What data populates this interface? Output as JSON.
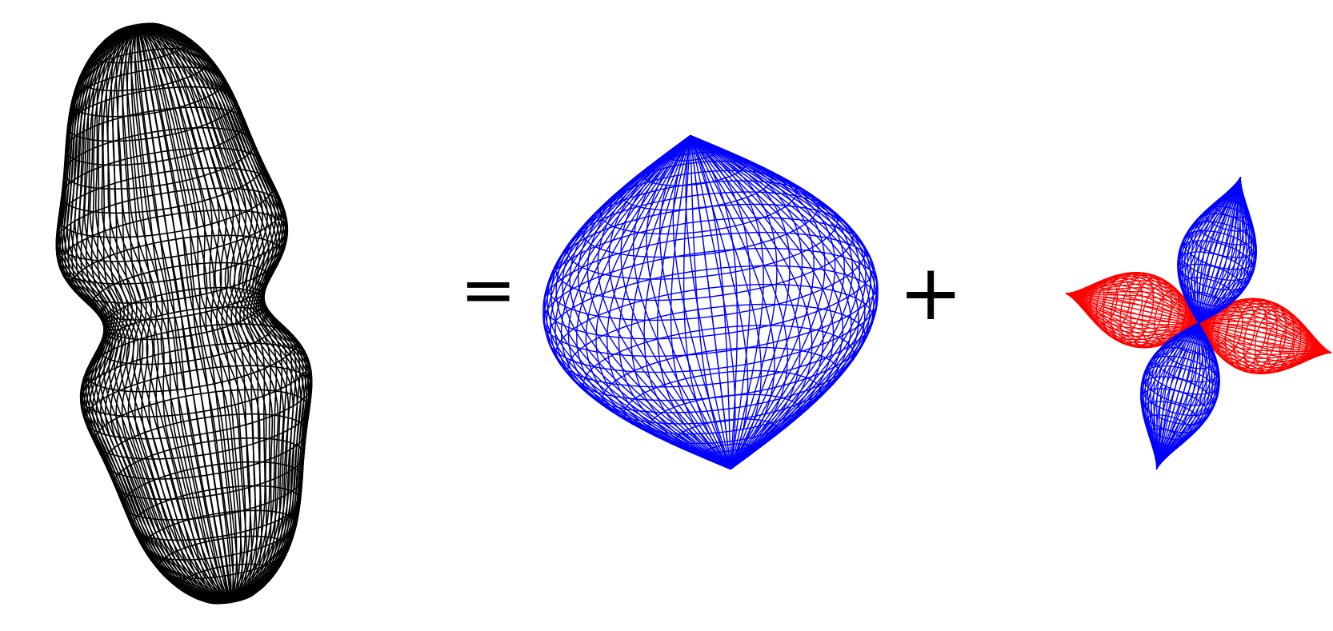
{
  "equation": {
    "operators": {
      "equals": "=",
      "plus": "+"
    },
    "terms": [
      {
        "name": "combined-surface",
        "shape": "peanut-shaped wireframe surface",
        "color": "#000000"
      },
      {
        "name": "sphere-surface",
        "shape": "spherical wireframe surface",
        "color": "#0000ff"
      },
      {
        "name": "four-lobe-surface",
        "shape": "four-lobed wireframe surface",
        "lobe_colors": {
          "vertical": "#0000ff",
          "horizontal": "#ff0000"
        }
      }
    ]
  },
  "colors": {
    "background": "#ffffff",
    "black": "#000000",
    "blue": "#0000ff",
    "red": "#ff0000"
  }
}
